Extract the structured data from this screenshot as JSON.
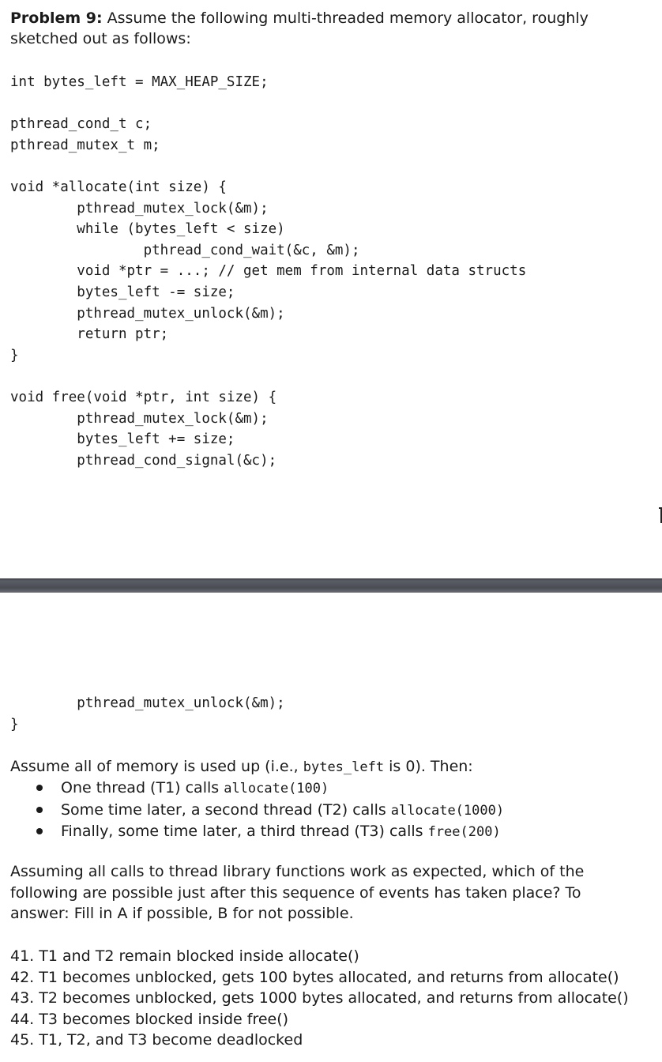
{
  "problem": {
    "label": "Problem 9:",
    "intro_line1": " Assume the following multi-threaded memory allocator, roughly",
    "intro_line2": "sketched out as follows:"
  },
  "code_top": [
    "int bytes_left = MAX_HEAP_SIZE;",
    "",
    "pthread_cond_t c;",
    "pthread_mutex_t m;",
    "",
    "void *allocate(int size) {",
    "        pthread_mutex_lock(&m);",
    "        while (bytes_left < size)",
    "                pthread_cond_wait(&c, &m);",
    "        void *ptr = ...; // get mem from internal data structs",
    "        bytes_left -= size;",
    "        pthread_mutex_unlock(&m);",
    "        return ptr;",
    "}",
    "",
    "void free(void *ptr, int size) {",
    "        pthread_mutex_lock(&m);",
    "        bytes_left += size;",
    "        pthread_cond_signal(&c);"
  ],
  "code_bottom": [
    "        pthread_mutex_unlock(&m);",
    "}"
  ],
  "assume": {
    "prefix": "Assume all of memory is used up (i.e., ",
    "code": "bytes_left",
    "suffix": " is 0). Then:"
  },
  "bullets": [
    {
      "text": "One thread (T1) calls ",
      "code": "allocate(100)"
    },
    {
      "text": "Some time later, a second thread (T2) calls ",
      "code": "allocate(1000)"
    },
    {
      "text": "Finally, some time later, a third thread (T3) calls ",
      "code": "free(200)"
    }
  ],
  "question": {
    "line1": "Assuming all calls to thread library functions work as expected, which of the",
    "line2": "following are possible just after this sequence of events has taken place? To",
    "line3": "answer: Fill in A if possible, B for not possible."
  },
  "items": [
    "41. T1 and T2 remain blocked inside allocate()",
    "42. T1 becomes unblocked, gets 100 bytes allocated, and returns from allocate()",
    "43. T2 becomes unblocked, gets 1000 bytes allocated, and returns from allocate()",
    "44. T3 becomes blocked inside free()",
    "45. T1, T2, and T3 become deadlocked"
  ]
}
